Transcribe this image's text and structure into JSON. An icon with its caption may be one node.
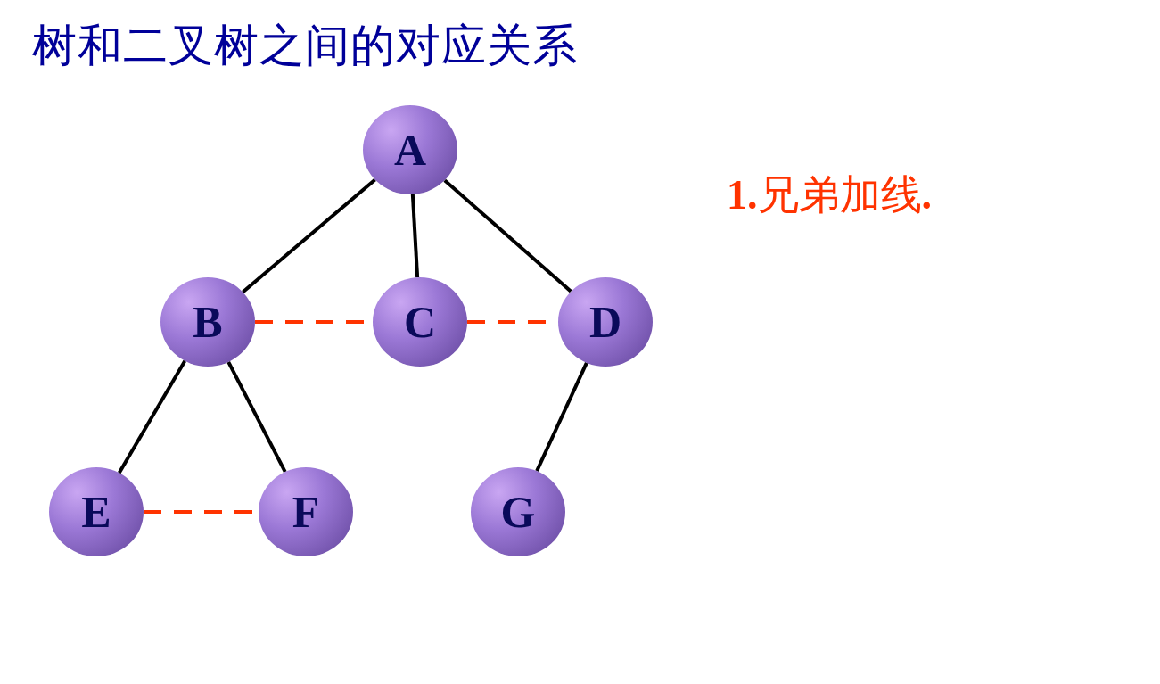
{
  "diagram": {
    "title": "树和二叉树之间的对应关系",
    "nodes": [
      {
        "text": [
          "A"
        ]
      },
      {
        "text": [
          "B"
        ]
      },
      {
        "text": [
          "C"
        ]
      },
      {
        "text": [
          "D"
        ]
      },
      {
        "text": [
          "E"
        ]
      },
      {
        "text": [
          "F"
        ]
      },
      {
        "text": [
          "G"
        ]
      }
    ],
    "edges": [
      {
        "from": 0,
        "to": 1,
        "arrow": "none"
      },
      {
        "from": 0,
        "to": 2,
        "arrow": "none"
      },
      {
        "from": 0,
        "to": 3,
        "arrow": "none"
      },
      {
        "from": 1,
        "to": 4,
        "arrow": "none"
      },
      {
        "from": 1,
        "to": 5,
        "arrow": "none"
      },
      {
        "from": 3,
        "to": 6,
        "arrow": "none"
      },
      {
        "from": 1,
        "to": 2,
        "arrow": "none",
        "style": "dashed",
        "color": "#ff3300"
      },
      {
        "from": 2,
        "to": 3,
        "arrow": "none",
        "style": "dashed",
        "color": "#ff3300"
      },
      {
        "from": 4,
        "to": 5,
        "arrow": "none",
        "style": "dashed",
        "color": "#ff3300"
      }
    ],
    "labels": [
      "**1.**兄弟加线**.**"
    ]
  }
}
